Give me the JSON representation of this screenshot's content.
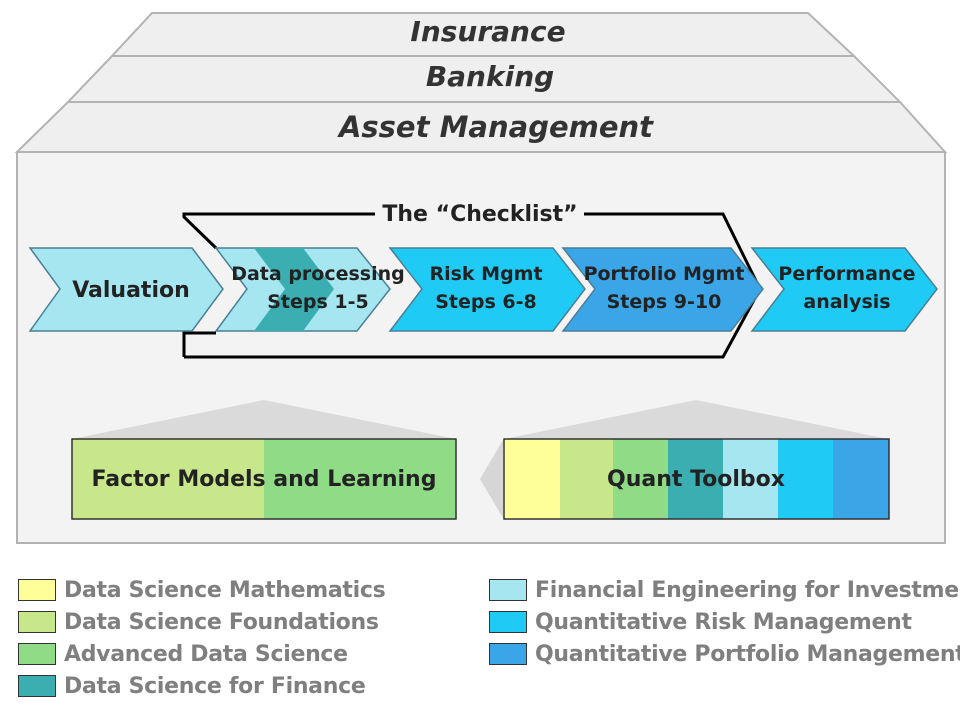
{
  "roof": {
    "tiers": [
      "Insurance",
      "Banking",
      "Asset Management"
    ]
  },
  "checklist_title": "The “Checklist”",
  "pipeline": [
    {
      "line1": "Valuation",
      "line2": "",
      "color": "#a6e6f0"
    },
    {
      "line1": "Data processing",
      "line2": "Steps 1-5",
      "color": "#a6e6f0"
    },
    {
      "line1": "Risk Mgmt",
      "line2": "Steps 6-8",
      "color": "#1fcbf5"
    },
    {
      "line1": "Portfolio Mgmt",
      "line2": "Steps 9-10",
      "color": "#3aa6e8"
    },
    {
      "line1": "Performance",
      "line2": "analysis",
      "color": "#1fcbf5"
    }
  ],
  "data_processing_band_color": "#3aaeb1",
  "factor_box": {
    "label": "Factor Models and Learning",
    "colors": [
      "#c8e68a",
      "#8fdb86"
    ]
  },
  "toolbox": {
    "label": "Quant Toolbox",
    "colors": [
      "#ffff99",
      "#c8e68a",
      "#8fdb86",
      "#3aaeb1",
      "#a6e6f0",
      "#1fcbf5",
      "#3aa6e8"
    ]
  },
  "legend": [
    {
      "label": "Data Science Mathematics",
      "color": "#ffff99"
    },
    {
      "label": "Data Science Foundations",
      "color": "#c8e68a"
    },
    {
      "label": "Advanced Data Science",
      "color": "#8fdb86"
    },
    {
      "label": "Data Science for Finance",
      "color": "#3aaeb1"
    },
    {
      "label": "Financial Engineering for Investment",
      "color": "#a6e6f0"
    },
    {
      "label": "Quantitative Risk Management",
      "color": "#1fcbf5"
    },
    {
      "label": "Quantitative Portfolio Management",
      "color": "#3aa6e8"
    }
  ]
}
